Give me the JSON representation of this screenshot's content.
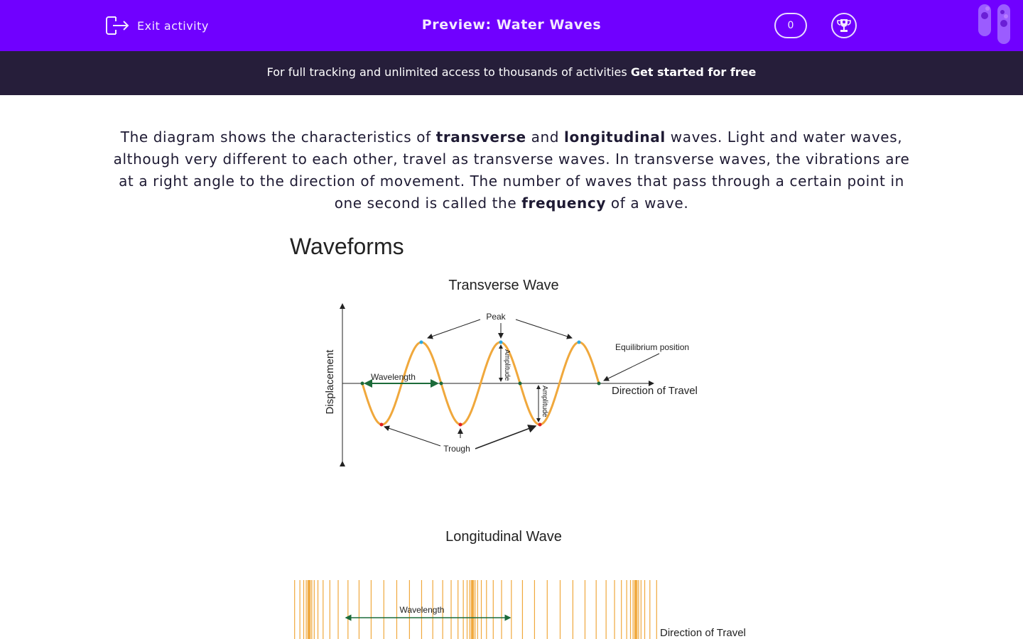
{
  "header": {
    "exit_label": "Exit activity",
    "title": "Preview: Water Waves",
    "score": "0",
    "icons": {
      "exit": "exit-icon",
      "trophy": "trophy-icon",
      "logo": "test-tubes-logo"
    }
  },
  "banner": {
    "text": "For full tracking and unlimited access to thousands of activities ",
    "cta": "Get started for free"
  },
  "intro": {
    "p1": "The diagram shows the characteristics of ",
    "b1": "transverse",
    "p2": " and ",
    "b2": "longitudinal",
    "p3": " waves. Light and water waves, although very different to each other, travel as transverse waves. In transverse waves, the vibrations are at a right angle to the direction of movement. The number of waves that pass through a certain point in one second is called the ",
    "b3": "frequency",
    "p4": " of a wave."
  },
  "diagram": {
    "title": "Waveforms",
    "transverse": {
      "title": "Transverse Wave",
      "y_label": "Displacement",
      "peak": "Peak",
      "trough": "Trough",
      "wavelength": "Wavelength",
      "amplitude": "Amplitude",
      "equilibrium": "Equilibrium position",
      "direction": "Direction of Travel"
    },
    "longitudinal": {
      "title": "Longitudinal Wave",
      "wavelength": "Wavelength",
      "direction": "Direction of Travel"
    }
  },
  "colors": {
    "brand": "#7000ff",
    "banner": "#261e3a",
    "wave": "#f0a83c",
    "arrow_green": "#1c6b3a",
    "peak_dot": "#29a8e0",
    "trough_dot": "#e02020"
  }
}
